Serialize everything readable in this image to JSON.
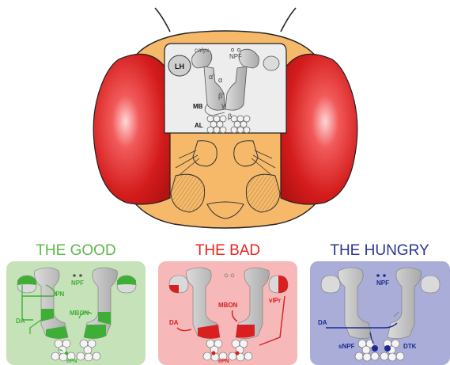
{
  "head": {
    "labels": {
      "lh": "LH",
      "calyx": "calyx",
      "npf": "NPF",
      "alpha_prime": "α'",
      "alpha": "α",
      "beta_prime": "β'",
      "gamma": "γ",
      "beta": "β",
      "mb": "MB",
      "al": "AL"
    }
  },
  "panels": [
    {
      "title": "THE GOOD",
      "title_color": "#5fb84a",
      "bg_color": "#c6e2b8",
      "accent": "#3fae36",
      "labels": {
        "npf": "NPF",
        "ipn": "iPN",
        "mbon": "MBON",
        "da": "DA",
        "epn": "ePN"
      }
    },
    {
      "title": "THE BAD",
      "title_color": "#e8251f",
      "bg_color": "#f6b8b8",
      "accent": "#d91f1f",
      "labels": {
        "da": "DA",
        "mbon": "MBON",
        "vlpr": "vlPr",
        "epn": "ePN"
      }
    },
    {
      "title": "THE HUNGRY",
      "title_color": "#2b3490",
      "bg_color": "#a9add8",
      "accent": "#1e2a8f",
      "labels": {
        "npf": "NPF",
        "da": "DA",
        "snpf": "sNPF",
        "dtk": "DTK"
      }
    }
  ],
  "colors": {
    "head_fill": "#f6b96a",
    "eye_red": "#e02020",
    "brain_bg": "#e9e9e9",
    "neuropil": "#c8c8c8"
  }
}
